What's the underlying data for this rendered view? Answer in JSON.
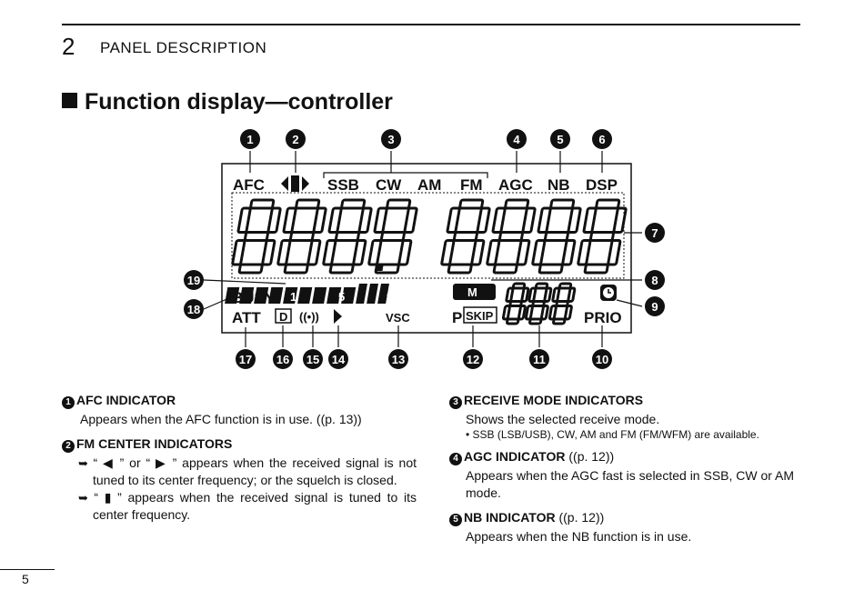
{
  "header": {
    "chapter_number": "2",
    "chapter_title": "PANEL DESCRIPTION"
  },
  "section": {
    "title": "Function display—controller"
  },
  "display": {
    "top_labels": {
      "afc": "AFC",
      "ssb": "SSB",
      "cw": "CW",
      "am": "AM",
      "fm": "FM",
      "agc": "AGC",
      "nb": "NB",
      "dsp": "DSP"
    },
    "busy": "BUSY",
    "att": "ATT",
    "meter_marks": [
      "1",
      "5",
      "9"
    ],
    "m_label": "M",
    "vsc": "VSC",
    "p_label": "P",
    "skip": "SKIP",
    "prio": "PRIO",
    "d_label": "D",
    "wave": "((•))"
  },
  "callouts": [
    "1",
    "2",
    "3",
    "4",
    "5",
    "6",
    "7",
    "8",
    "9",
    "10",
    "11",
    "12",
    "13",
    "14",
    "15",
    "16",
    "17",
    "18",
    "19"
  ],
  "descriptions_left": [
    {
      "num": "1",
      "title": "AFC INDICATOR",
      "lines": [
        "Appears when the AFC function is in use. ((p. 13))"
      ]
    },
    {
      "num": "2",
      "title": "FM CENTER INDICATORS",
      "bullets": [
        "“ ◀ ” or “ ▶ ” appears when the received signal is not tuned to its center frequency; or the squelch is closed.",
        "“ ▮ ” appears when the received signal is tuned to its center frequency."
      ]
    }
  ],
  "descriptions_right": [
    {
      "num": "3",
      "title": "RECEIVE MODE INDICATORS",
      "lines": [
        "Shows the selected receive mode."
      ],
      "note": "• SSB (LSB/USB), CW, AM and FM (FM/WFM) are available."
    },
    {
      "num": "4",
      "title": "AGC INDICATOR",
      "ref": " ((p. 12))",
      "lines": [
        "Appears when the AGC fast is selected in SSB, CW or AM mode."
      ]
    },
    {
      "num": "5",
      "title": "NB INDICATOR",
      "ref": " ((p. 12))",
      "lines": [
        "Appears when the NB function is in use."
      ]
    }
  ],
  "page_number": "5"
}
